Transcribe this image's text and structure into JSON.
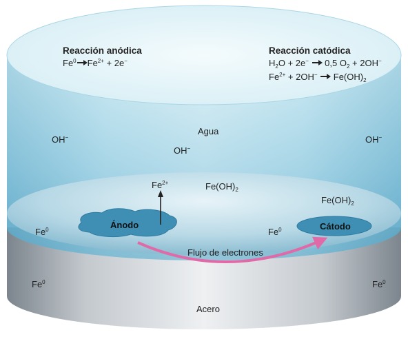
{
  "anodic": {
    "title": "Reacción anódica",
    "eq": {
      "a": "Fe",
      "a_sup": "0",
      "b": "Fe",
      "b_sup": "2+",
      "c": " + 2e",
      "c_sup": "−"
    }
  },
  "cathodic": {
    "title": "Reacción catódica",
    "eq1": {
      "a": "H",
      "a_sub": "2",
      "b": "O + 2e",
      "b_sup": "−",
      "c": " 0,5 O",
      "c_sub": "2",
      "d": " + 2OH",
      "d_sup": "−"
    },
    "eq2": {
      "a": "Fe",
      "a_sup": "2+",
      "b": " + 2OH",
      "b_sup": "−",
      "c": " Fe(OH)",
      "c_sub": "2"
    }
  },
  "water": {
    "label": "Agua",
    "oh_left": "OH",
    "oh_left_sup": "−",
    "oh_center": "OH",
    "oh_center_sup": "−",
    "oh_right": "OH",
    "oh_right_sup": "−"
  },
  "surface": {
    "fe2": "Fe",
    "fe2_sup": "2+",
    "feoh_center": "Fe(OH)",
    "feoh_center_sub": "2",
    "feoh_right": "Fe(OH)",
    "feoh_right_sub": "2",
    "anode": "Ánodo",
    "cathode": "Cátodo",
    "fe0_left": "Fe",
    "fe0_left_sup": "0",
    "fe0_mid": "Fe",
    "fe0_mid_sup": "0",
    "flow": "Flujo de electrones"
  },
  "steel": {
    "label": "Acero",
    "fe0_left": "Fe",
    "fe0_left_sup": "0",
    "fe0_right": "Fe",
    "fe0_right_sup": "0"
  },
  "colors": {
    "water_top": "#e8f6fa",
    "water_bottom": "#4a9bbd",
    "plate": "#b9d9e6",
    "patch": "#3f8fb4",
    "steel": "#a7adb3",
    "flow_arrow": "#e06aa8"
  }
}
